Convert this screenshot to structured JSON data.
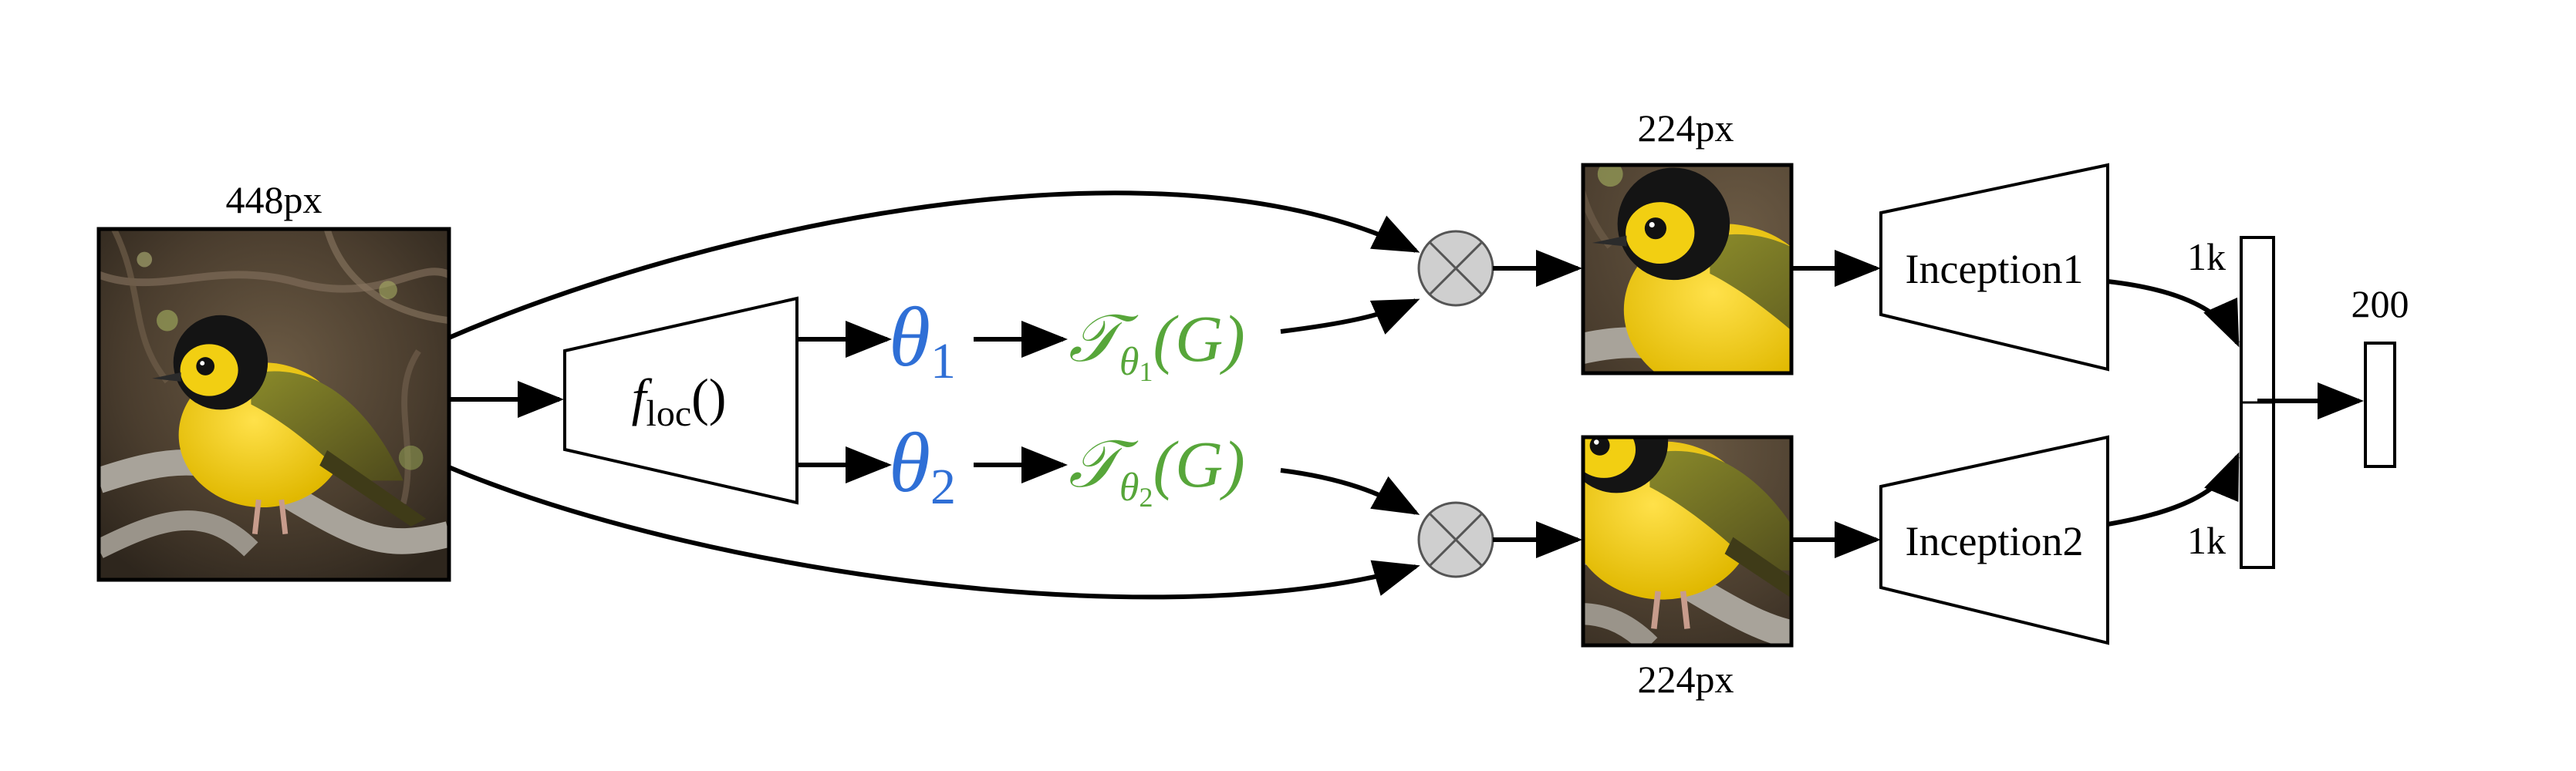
{
  "input_image": {
    "size_label": "448px",
    "description_icon": "bird-photo-icon"
  },
  "localizer": {
    "label_main": "f",
    "label_sub": "loc",
    "label_parens": "()"
  },
  "branches": [
    {
      "theta_symbol": "θ",
      "theta_index": "1",
      "transform_symbol": "𝒯",
      "transform_sub_symbol": "θ",
      "transform_sub_index": "1",
      "transform_arg": "(G)",
      "crop_size_label": "224px",
      "network_label": "Inception1",
      "feature_label": "1k"
    },
    {
      "theta_symbol": "θ",
      "theta_index": "2",
      "transform_symbol": "𝒯",
      "transform_sub_symbol": "θ",
      "transform_sub_index": "2",
      "transform_arg": "(G)",
      "crop_size_label": "224px",
      "network_label": "Inception2",
      "feature_label": "1k"
    }
  ],
  "output": {
    "size_label": "200"
  },
  "colors": {
    "theta": "#2f6fd6",
    "transform": "#57a63a",
    "sampler_fill": "#cfcfcf",
    "stroke": "#000000"
  }
}
